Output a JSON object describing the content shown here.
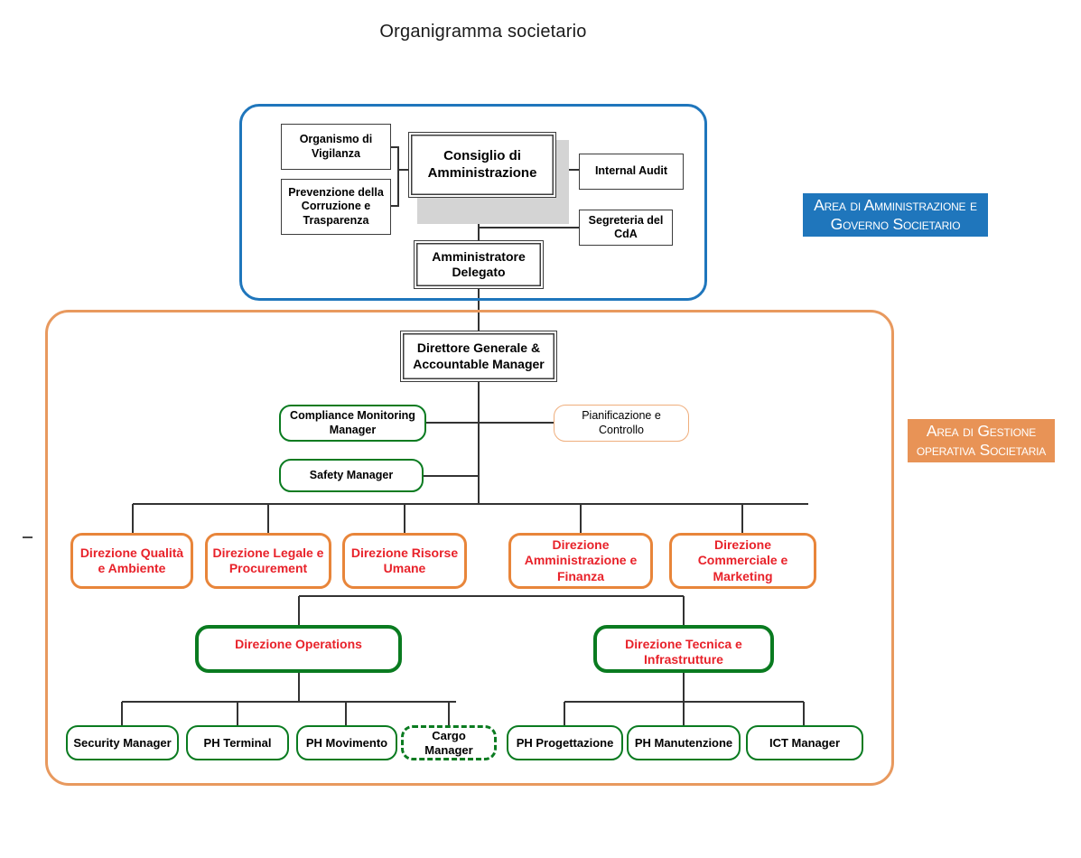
{
  "title": "Organigramma societario",
  "legends": [
    {
      "id": "governance",
      "line1": "Area di Amministrazione e",
      "line2": "Governo Societario",
      "color": "#1f76bc"
    },
    {
      "id": "operations",
      "line1": "Area di Gestione",
      "line2": "operativa  Societaria",
      "color": "#e89356"
    }
  ],
  "governance": {
    "board": "Consiglio di Amministrazione",
    "ceo": "Amministratore Delegato",
    "oversight": "Organismo di Vigilanza",
    "anticorruption": "Prevenzione della Corruzione e Trasparenza",
    "internal_audit": "Internal Audit",
    "board_secretariat": "Segreteria del CdA"
  },
  "operations": {
    "director": "Direttore Generale & Accountable Manager",
    "compliance": "Compliance Monitoring Manager",
    "planning": "Pianificazione e Controllo",
    "safety": "Safety Manager",
    "directions_orange": [
      "Direzione Qualità e Ambiente",
      "Direzione Legale e Procurement",
      "Direzione Risorse Umane",
      "Direzione Amministrazione e Finanza",
      "Direzione Commerciale e Marketing"
    ],
    "directions_green": [
      "Direzione Operations",
      "Direzione Tecnica e Infrastrutture"
    ],
    "operations_units": [
      {
        "label": "Security Manager",
        "style": "solid"
      },
      {
        "label": "PH Terminal",
        "style": "solid"
      },
      {
        "label": "PH Movimento",
        "style": "solid"
      },
      {
        "label": "Cargo Manager",
        "style": "dashed"
      }
    ],
    "technical_units": [
      {
        "label": "PH Progettazione",
        "style": "solid"
      },
      {
        "label": "PH Manutenzione",
        "style": "solid"
      },
      {
        "label": "ICT Manager",
        "style": "solid"
      }
    ]
  },
  "colors": {
    "blue": "#1f76bc",
    "orange_border": "#e8853a",
    "orange_zone": "#e8995e",
    "green": "#0a7b20",
    "red_text": "#e8222a",
    "shadow_gray": "#d4d4d4",
    "peach": "#efae7c"
  }
}
